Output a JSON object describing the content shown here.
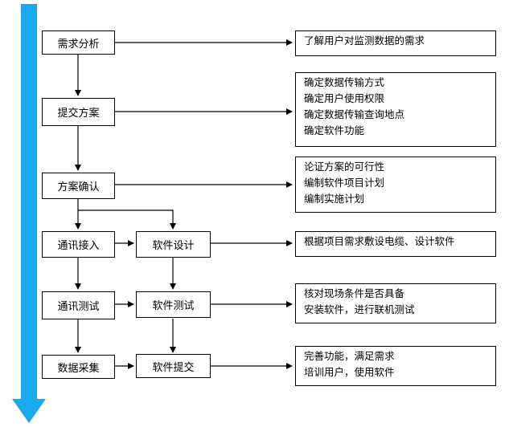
{
  "steps": {
    "analysis": "需求分析",
    "submit": "提交方案",
    "confirm": "方案确认",
    "comm_access": "通讯接入",
    "sw_design": "软件设计",
    "comm_test": "通讯测试",
    "sw_test": "软件测试",
    "data_collect": "数据采集",
    "sw_submit": "软件提交"
  },
  "descriptions": {
    "analysis": [
      "了解用户对监测数据的需求"
    ],
    "submit": [
      "确定数据传输方式",
      "确定用户使用权限",
      "确定数据传输查询地点",
      "确定软件功能"
    ],
    "confirm": [
      "论证方案的可行性",
      "编制软件项目计划",
      "编制实施计划"
    ],
    "design": [
      "根据项目需求敷设电缆、设计软件"
    ],
    "test": [
      "核对现场条件是否具备",
      "安装软件，进行联机测试"
    ],
    "collect": [
      "完善功能，满足需求",
      "培训用户，使用软件"
    ]
  },
  "colors": {
    "timeline_arrow": "#1aa8ee",
    "lines": "#000000"
  }
}
